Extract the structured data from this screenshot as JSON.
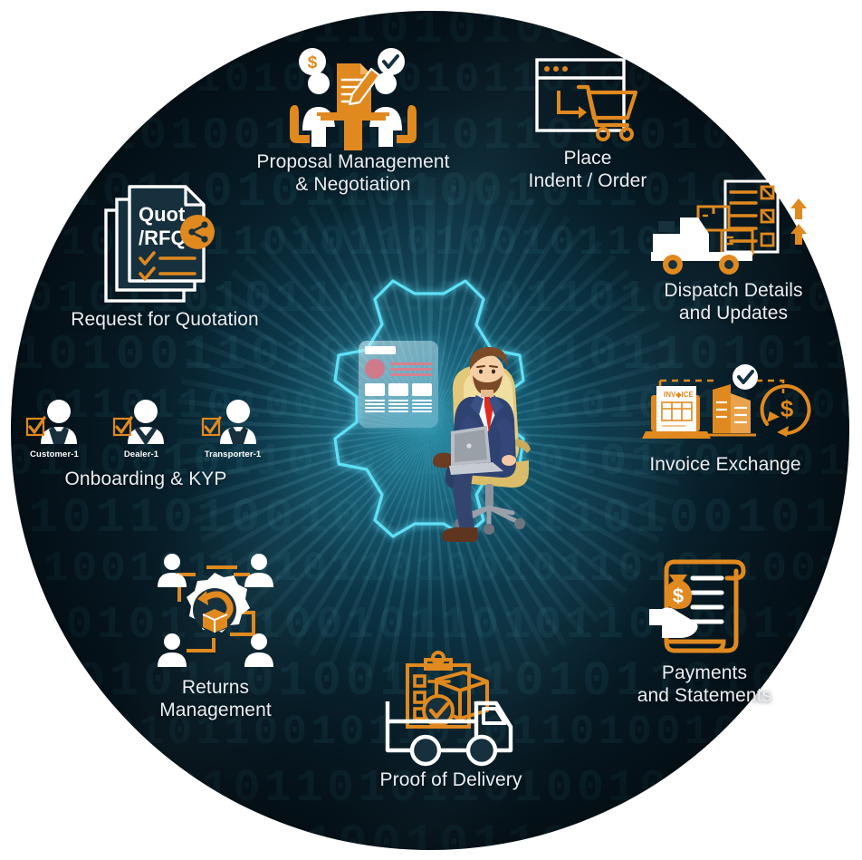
{
  "theme": {
    "accent_orange": "#E0891F",
    "accent_cyan": "#4ED4EE",
    "bg_dark": "#071a24",
    "label_color": "#E9EEF2",
    "page_bg": "#FFFFFF"
  },
  "center": {
    "name": "digital-platform-hub",
    "figure": "businessman-with-laptop-in-office-chair",
    "gear_shape": "glowing-cyan-gear-outline",
    "dashboard_panel": "floating-ui-dashboard-card"
  },
  "nodes": [
    {
      "id": "proposal-management",
      "label_line1": "Proposal Management",
      "label_line2": "& Negotiation",
      "icon": "negotiation-table-icon"
    },
    {
      "id": "place-indent-order",
      "label_line1": "Place",
      "label_line2": "Indent / Order",
      "icon": "browser-shopping-cart-icon"
    },
    {
      "id": "dispatch-details",
      "label_line1": "Dispatch Details",
      "label_line2": "and Updates",
      "icon": "delivery-truck-checklist-icon"
    },
    {
      "id": "invoice-exchange",
      "label_line1": "Invoice Exchange",
      "label_line2": "",
      "icon": "invoice-laptop-exchange-icon"
    },
    {
      "id": "payments-statements",
      "label_line1": "Payments",
      "label_line2": "and Statements",
      "icon": "hand-money-scroll-icon"
    },
    {
      "id": "proof-of-delivery",
      "label_line1": "Proof of Delivery",
      "label_line2": "",
      "icon": "truck-clipboard-package-icon"
    },
    {
      "id": "returns-management",
      "label_line1": "Returns",
      "label_line2": "Management",
      "icon": "gear-return-network-icon"
    },
    {
      "id": "onboarding-kyp",
      "label_line1": "Onboarding & KYP",
      "label_line2": "",
      "icon": "three-verified-persons-icon",
      "persons": [
        {
          "label": "Customer-1",
          "checked": true
        },
        {
          "label": "Dealer-1",
          "checked": true
        },
        {
          "label": "Transporter-1",
          "checked": true
        }
      ]
    },
    {
      "id": "request-for-quotation",
      "label_line1": "Request for Quotation",
      "label_line2": "",
      "icon": "quotation-documents-share-icon",
      "doc_line1": "Quot",
      "doc_line2": "/RFQ"
    }
  ],
  "background": {
    "texture": "binary-digits",
    "rows": [
      "1010110010110101001011010110",
      "0110101101001101011010010110",
      "1011010010110101101001011011",
      "0101101011010010110101101001",
      "1101001011010110100101101010",
      "0010110101101001011010110100",
      "1010011010110100101101011010",
      "0110110100101101011010010110",
      "1011001011010110100101101101",
      "0101101001011010110100101101",
      "1100101101011010010110101100",
      "1010110100101101011010011010",
      "0110101101001011010110100101",
      "1011010110010110101101001011",
      "0101001011010110100101101011",
      "1101011010010110101101001101"
    ]
  }
}
